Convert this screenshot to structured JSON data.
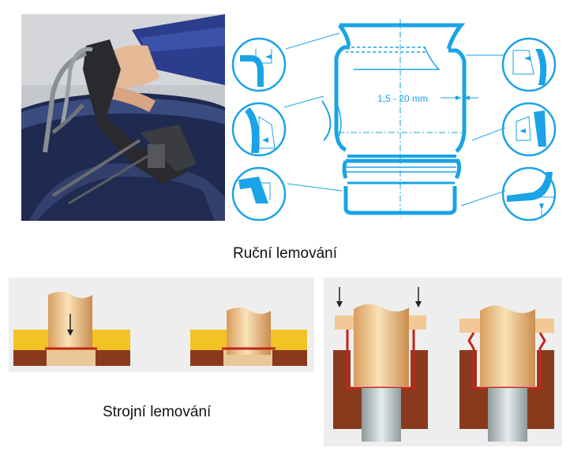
{
  "figure": {
    "dimension_label": "1,5 - 20 mm",
    "caption_manual": "Ruční lemování",
    "caption_machine": "Strojní lemování"
  },
  "colors": {
    "drawing_blue": "#1aa3e6",
    "photo_bg": "#b9bcc1",
    "drum_navy": "#2c3a66",
    "wood_yellow": "#f2c324",
    "base_brown": "#8a3a1c",
    "tube_tan": "#f2c996",
    "rod_grey": "#b8c2c4",
    "sheet_red": "#c0261a",
    "panel_grey": "#eeeeee"
  },
  "icons": [
    "hand-tool-photo",
    "detail-circle-icon",
    "arrow-down-icon"
  ]
}
